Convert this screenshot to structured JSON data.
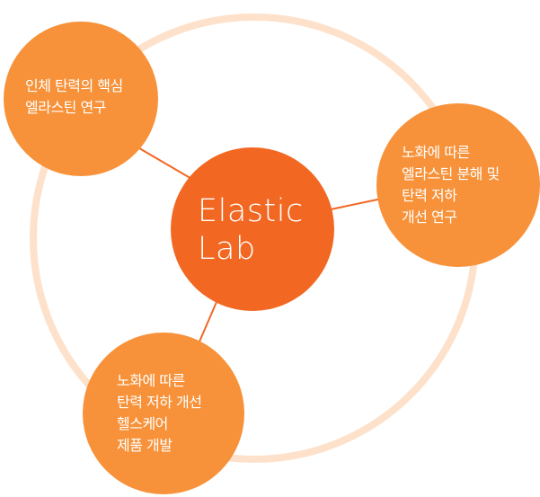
{
  "center": {
    "title_line1": "Elastic",
    "title_line2": "Lab"
  },
  "nodes": [
    {
      "lines": [
        "인체 탄력의 핵심",
        "엘라스틴 연구"
      ]
    },
    {
      "lines": [
        "노화에 따른",
        "엘라스틴 분해 및",
        "탄력 저하",
        "개선 연구"
      ]
    },
    {
      "lines": [
        "노화에 따른",
        "탄력 저하 개선",
        "헬스케어",
        "제품 개발"
      ]
    }
  ],
  "colors": {
    "center": "#f26722",
    "node": "#f7923a",
    "ring": "#fde1cb",
    "connector": "#f26722"
  }
}
